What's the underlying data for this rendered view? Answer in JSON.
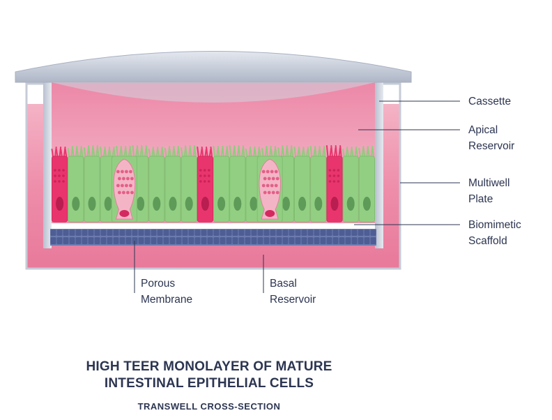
{
  "labels": {
    "cassette": "Cassette",
    "apical_1": "Apical",
    "apical_2": "Reservoir",
    "multiwell_1": "Multiwell",
    "multiwell_2": "Plate",
    "biomimetic_1": "Biomimetic",
    "biomimetic_2": "Scaffold",
    "porous_1": "Porous",
    "porous_2": "Membrane",
    "basal_1": "Basal",
    "basal_2": "Reservoir"
  },
  "title": {
    "line1": "HIGH TEER MONOLAYER OF MATURE",
    "line2": "INTESTINAL EPITHELIAL CELLS",
    "subtitle": "TRANSWELL CROSS-SECTION"
  },
  "colors": {
    "text": "#2c3551",
    "leader": "#2c3551",
    "reservoir_pink": "#ee8eab",
    "cell_green": "#93cf82",
    "goblet_pink": "#f3b5c6",
    "enteroendocrine_red": "#e9356d",
    "membrane_blue": "#4e5e95",
    "plate_gray": "#c6cbd6"
  }
}
